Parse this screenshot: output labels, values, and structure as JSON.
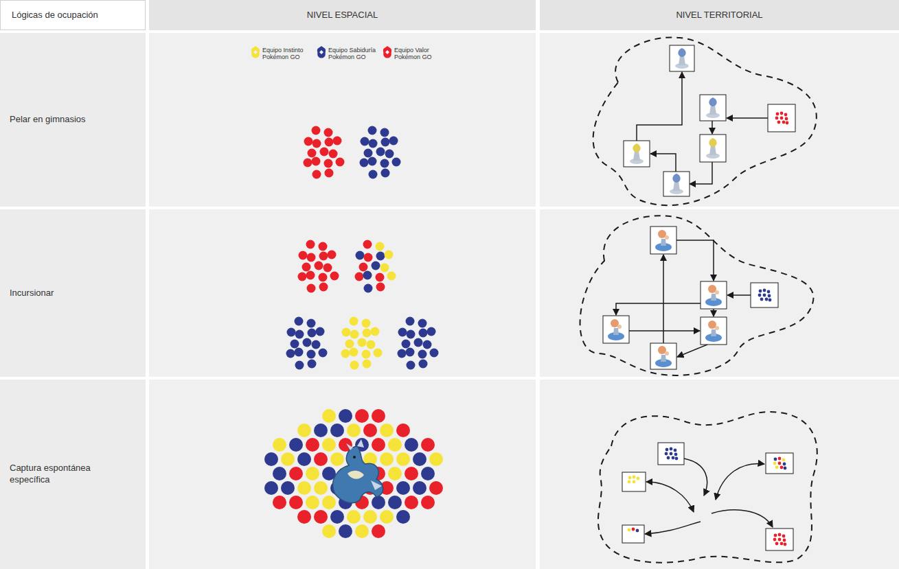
{
  "diagram": {
    "labels": [
      "Lógicas de ocupación",
      "NIVEL ESPACIAL",
      "NIVEL TERRITORIAL",
      "Pelar en gimnasios",
      "Incursionar",
      "Captura espontánea específica"
    ],
    "legend": [
      {
        "text": "Equipo Instinto Pokémon GO",
        "color": "#f6e33a"
      },
      {
        "text": "Equipo Sabiduría Pokémon GO",
        "color": "#2e3a8f"
      },
      {
        "text": "Equipo Valor Pokémon GO",
        "color": "#e8212b"
      }
    ]
  }
}
